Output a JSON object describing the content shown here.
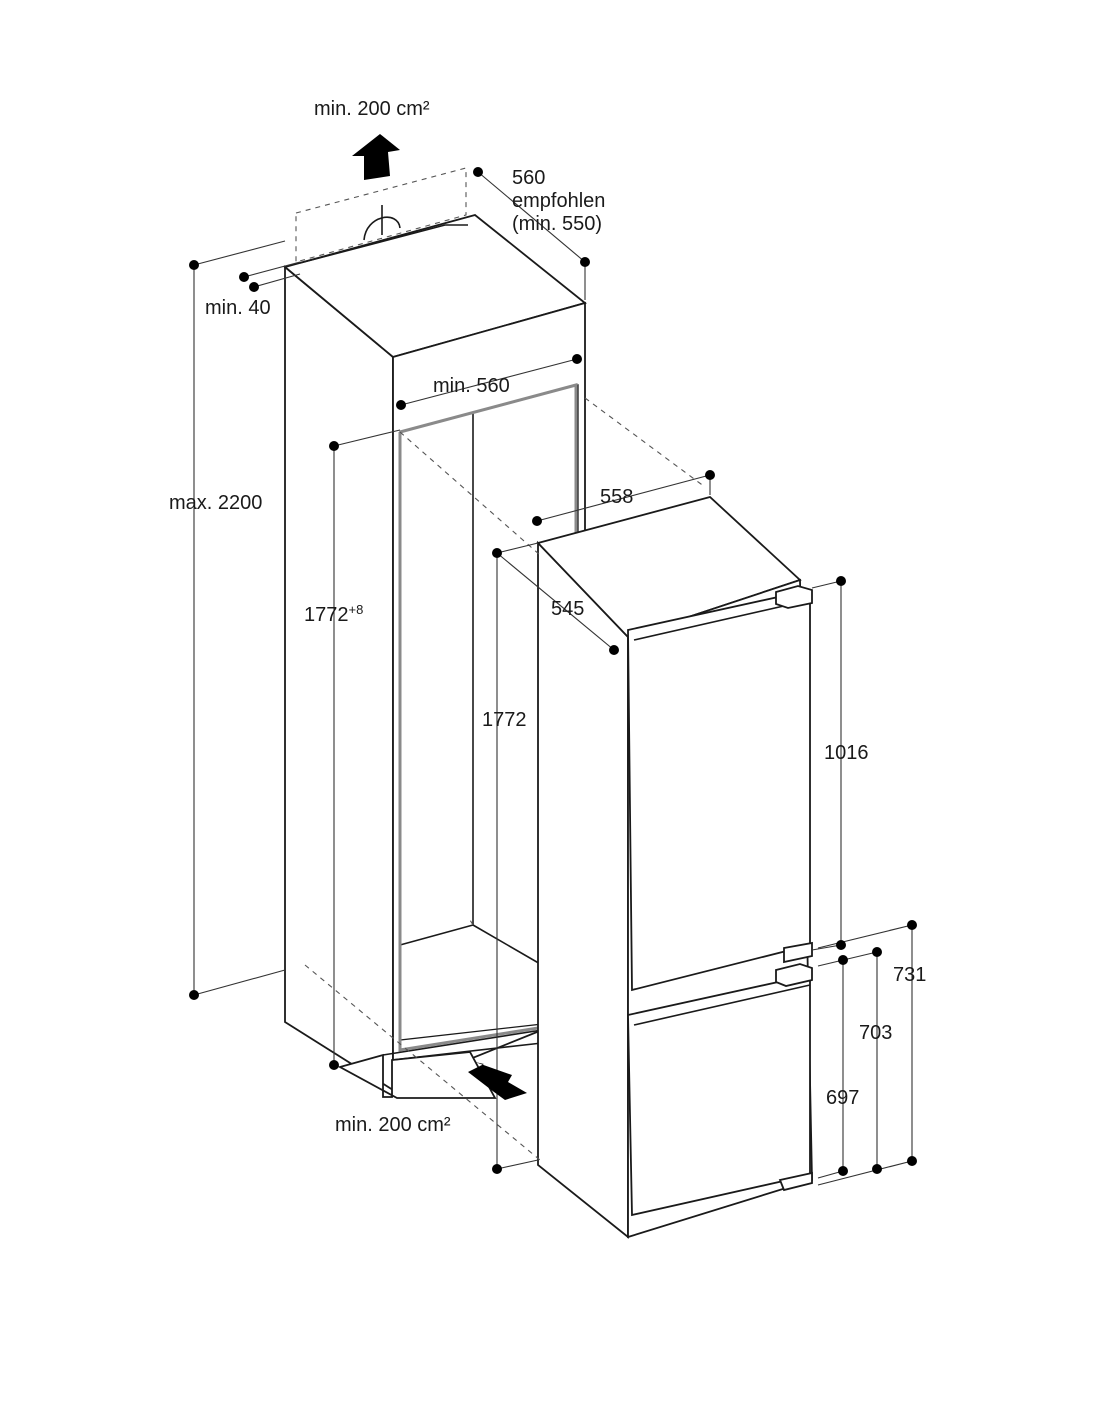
{
  "labels": {
    "vent_top": "min. 200 cm²",
    "depth_recommended": "560",
    "depth_recommended_word": "empfohlen",
    "depth_min": "(min. 550)",
    "gap_min": "min. 40",
    "niche_width_min": "min. 560",
    "max_height": "max. 2200",
    "niche_height": "1772",
    "niche_height_tolerance": "+8",
    "appliance_width": "558",
    "appliance_depth": "545",
    "appliance_height": "1772",
    "upper_door": "1016",
    "dim_731": "731",
    "dim_703": "703",
    "dim_697": "697",
    "vent_bottom": "min. 200 cm²"
  },
  "colors": {
    "line": "#1a1a1a",
    "niche_edge": "#8a8a8a",
    "dimension_dot": "#000000"
  }
}
